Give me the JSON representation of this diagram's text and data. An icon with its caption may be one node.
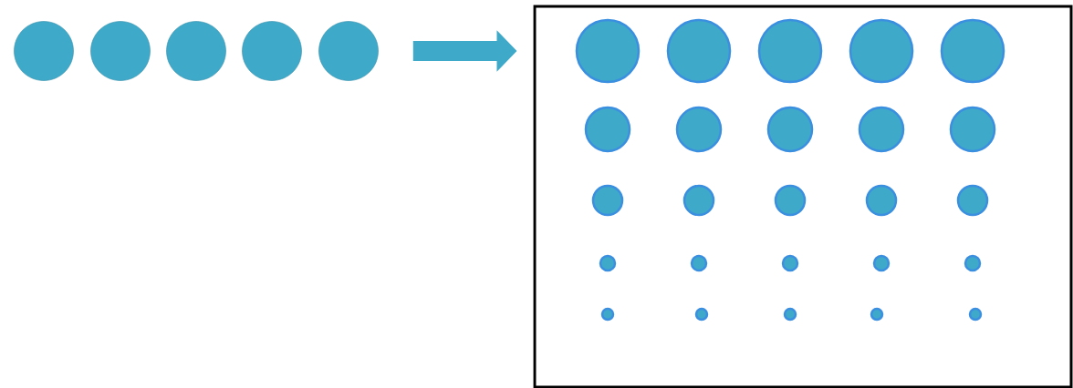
{
  "diagram": {
    "nodes": [
      {
        "text": [],
        "shape": "circle"
      },
      {
        "text": [],
        "shape": "circle"
      },
      {
        "text": [],
        "shape": "circle"
      },
      {
        "text": [],
        "shape": "circle"
      },
      {
        "text": [],
        "shape": "circle"
      },
      {
        "text": [],
        "shape": "box"
      },
      {
        "text": [],
        "shape": "circle",
        "in": 5
      },
      {
        "text": [],
        "shape": "circle",
        "in": 5
      },
      {
        "text": [],
        "shape": "circle",
        "in": 5
      },
      {
        "text": [],
        "shape": "circle",
        "in": 5
      },
      {
        "text": [],
        "shape": "circle",
        "in": 5
      },
      {
        "text": [],
        "shape": "circle",
        "in": 5
      },
      {
        "text": [],
        "shape": "circle",
        "in": 5
      },
      {
        "text": [],
        "shape": "circle",
        "in": 5
      },
      {
        "text": [],
        "shape": "circle",
        "in": 5
      },
      {
        "text": [],
        "shape": "circle",
        "in": 5
      },
      {
        "text": [],
        "shape": "circle",
        "in": 5
      },
      {
        "text": [],
        "shape": "circle",
        "in": 5
      },
      {
        "text": [],
        "shape": "circle",
        "in": 5
      },
      {
        "text": [],
        "shape": "circle",
        "in": 5
      },
      {
        "text": [],
        "shape": "circle",
        "in": 5
      },
      {
        "text": [],
        "shape": "circle",
        "in": 5
      },
      {
        "text": [],
        "shape": "circle",
        "in": 5
      },
      {
        "text": [],
        "shape": "circle",
        "in": 5
      },
      {
        "text": [],
        "shape": "circle",
        "in": 5
      },
      {
        "text": [],
        "shape": "circle",
        "in": 5
      },
      {
        "text": [],
        "shape": "circle",
        "in": 5
      },
      {
        "text": [],
        "shape": "circle",
        "in": 5
      },
      {
        "text": [],
        "shape": "circle",
        "in": 5
      },
      {
        "text": [],
        "shape": "circle",
        "in": 5
      },
      {
        "text": [],
        "shape": "circle",
        "in": 5
      }
    ],
    "edges": [
      {
        "from": 4,
        "to": 5,
        "arrow": "to"
      }
    ]
  }
}
